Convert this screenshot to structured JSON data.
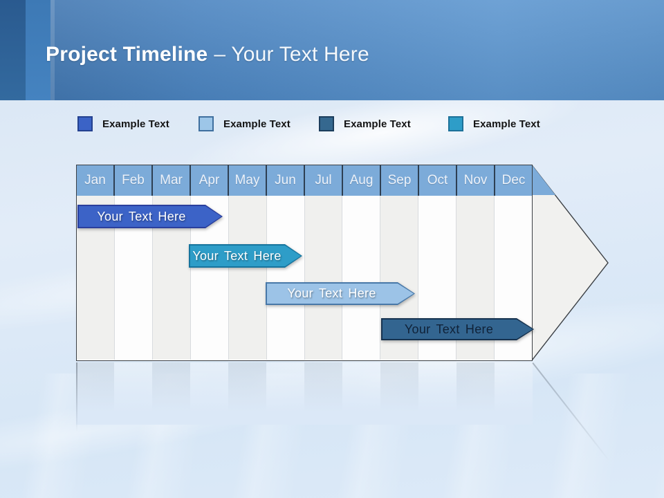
{
  "slide": {
    "title_bold": "Project Timeline",
    "title_regular": "– Your Text Here"
  },
  "legend": {
    "items": [
      {
        "label": "Example Text",
        "color": "#3b63c6",
        "border": "#24418f"
      },
      {
        "label": "Example Text",
        "color": "#9dc6e8",
        "border": "#3f6f9e"
      },
      {
        "label": "Example Text",
        "color": "#35688f",
        "border": "#1c3d5c"
      },
      {
        "label": "Example Text",
        "color": "#2e9dc8",
        "border": "#1d7199"
      }
    ]
  },
  "timeline": {
    "months": [
      "Jan",
      "Feb",
      "Mar",
      "Apr",
      "May",
      "Jun",
      "Jul",
      "Aug",
      "Sep",
      "Oct",
      "Nov",
      "Dec"
    ],
    "header_color": "#7cabd9",
    "arrow_body_color": "#f1f1ef",
    "bars": [
      {
        "label": "Your Text Here",
        "fill": "#3c63c7",
        "border": "#2a3f9d",
        "text_color": "#ffffff",
        "start": "Jan",
        "end": "Apr"
      },
      {
        "label": "Your Text Here",
        "fill": "#2e9dc8",
        "border": "#16749d",
        "text_color": "#ffffff",
        "start": "Apr",
        "end": "Jul"
      },
      {
        "label": "Your Text Here",
        "fill": "#9cc3e7",
        "border": "#4878a8",
        "text_color": "#ffffff",
        "start": "Jun",
        "end": "Sep"
      },
      {
        "label": "Your Text Here",
        "fill": "#336590",
        "border": "#16324f",
        "text_color": "#102238",
        "start": "Sep",
        "end": "Dec"
      }
    ]
  }
}
